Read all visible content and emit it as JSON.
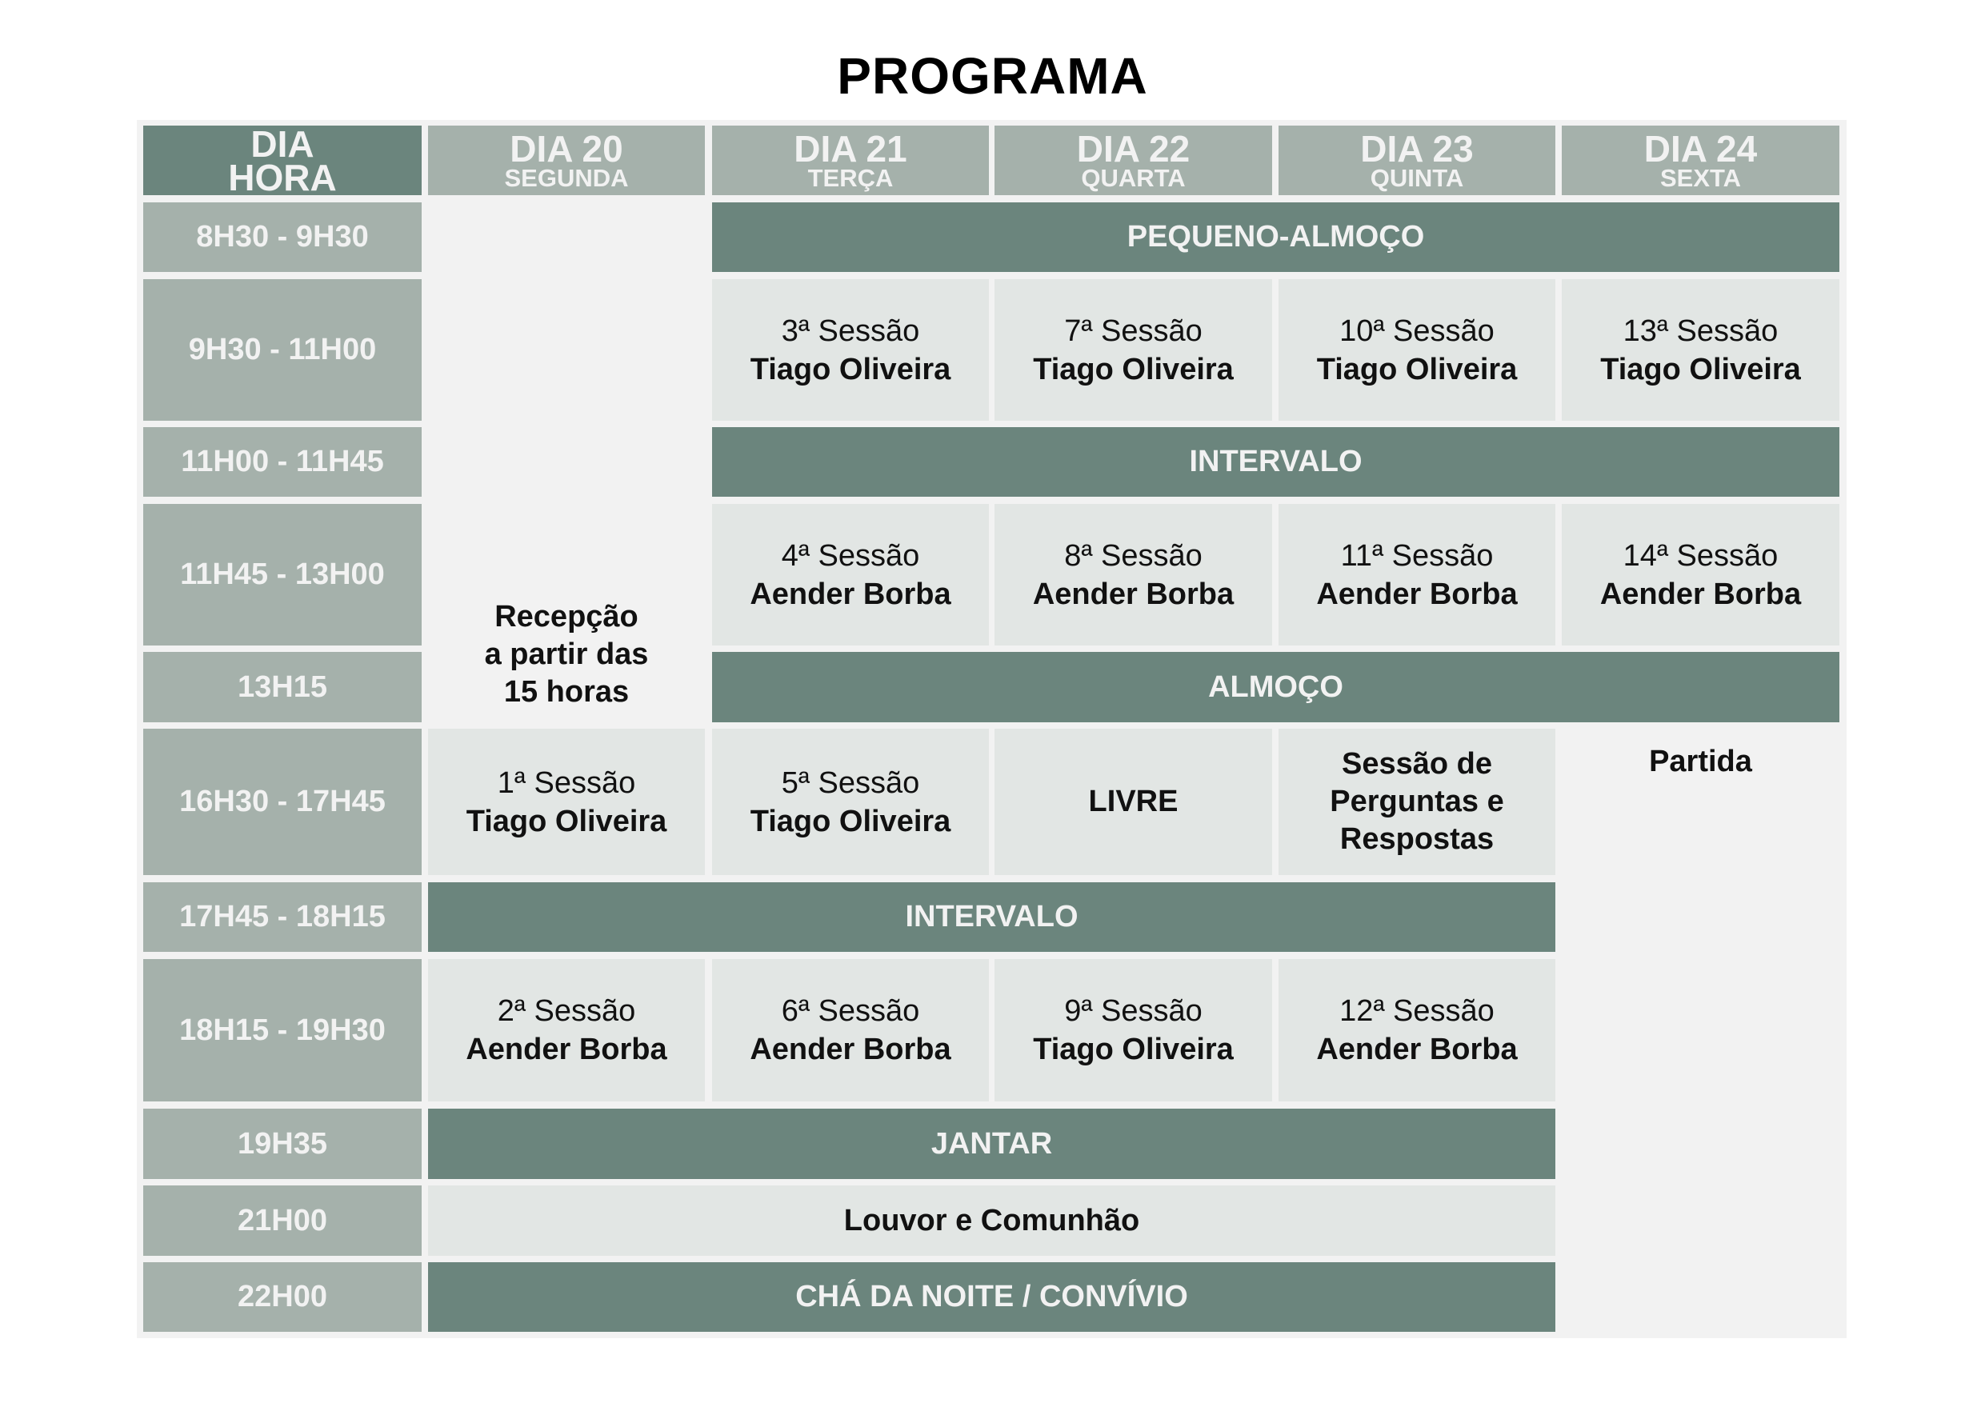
{
  "title": "PROGRAMA",
  "colors": {
    "background": "#ffffff",
    "board": "#f2f2f2",
    "dark_bar": "#6b857d",
    "header_cell": "#a5b1ab",
    "session_cell": "#e2e6e4",
    "light_text": "#f2f2f2",
    "dark_text": "#111111"
  },
  "corner": {
    "line1": "DIA",
    "line2": "HORA"
  },
  "days": [
    {
      "day": "DIA 20",
      "weekday": "SEGUNDA"
    },
    {
      "day": "DIA 21",
      "weekday": "TERÇA"
    },
    {
      "day": "DIA 22",
      "weekday": "QUARTA"
    },
    {
      "day": "DIA 23",
      "weekday": "QUINTA"
    },
    {
      "day": "DIA 24",
      "weekday": "SEXTA"
    }
  ],
  "hours": [
    "8H30 - 9H30",
    "9H30 - 11H00",
    "11H00 - 11H45",
    "11H45 - 13H00",
    "13H15",
    "16H30 - 17H45",
    "17H45 - 18H15",
    "18H15 - 19H30",
    "19H35",
    "21H00",
    "22H00"
  ],
  "bars": {
    "breakfast": "PEQUENO-ALMOÇO",
    "interval_morning": "INTERVALO",
    "lunch": "ALMOÇO",
    "interval_evening": "INTERVALO",
    "dinner": "JANTAR",
    "worship": "Louvor e Comunhão",
    "night_tea": "CHÁ DA NOITE / CONVÍVIO"
  },
  "reception": {
    "line1": "Recepção",
    "line2": "a partir das",
    "line3": "15 horas"
  },
  "departure": "Partida",
  "sessions": {
    "row_9h30": [
      {
        "session": "3ª Sessão",
        "speaker": "Tiago Oliveira"
      },
      {
        "session": "7ª Sessão",
        "speaker": "Tiago Oliveira"
      },
      {
        "session": "10ª Sessão",
        "speaker": "Tiago Oliveira"
      },
      {
        "session": "13ª Sessão",
        "speaker": "Tiago Oliveira"
      }
    ],
    "row_11h45": [
      {
        "session": "4ª Sessão",
        "speaker": "Aender Borba"
      },
      {
        "session": "8ª Sessão",
        "speaker": "Aender Borba"
      },
      {
        "session": "11ª Sessão",
        "speaker": "Aender Borba"
      },
      {
        "session": "14ª Sessão",
        "speaker": "Aender Borba"
      }
    ],
    "row_16h30": {
      "d20": {
        "session": "1ª Sessão",
        "speaker": "Tiago Oliveira"
      },
      "d21": {
        "session": "5ª Sessão",
        "speaker": "Tiago Oliveira"
      },
      "d22": "LIVRE",
      "d23": {
        "line1": "Sessão de",
        "line2": "Perguntas e",
        "line3": "Respostas"
      }
    },
    "row_18h15": [
      {
        "session": "2ª Sessão",
        "speaker": "Aender Borba"
      },
      {
        "session": "6ª Sessão",
        "speaker": "Aender Borba"
      },
      {
        "session": "9ª Sessão",
        "speaker": "Tiago Oliveira"
      },
      {
        "session": "12ª Sessão",
        "speaker": "Aender Borba"
      }
    ]
  }
}
